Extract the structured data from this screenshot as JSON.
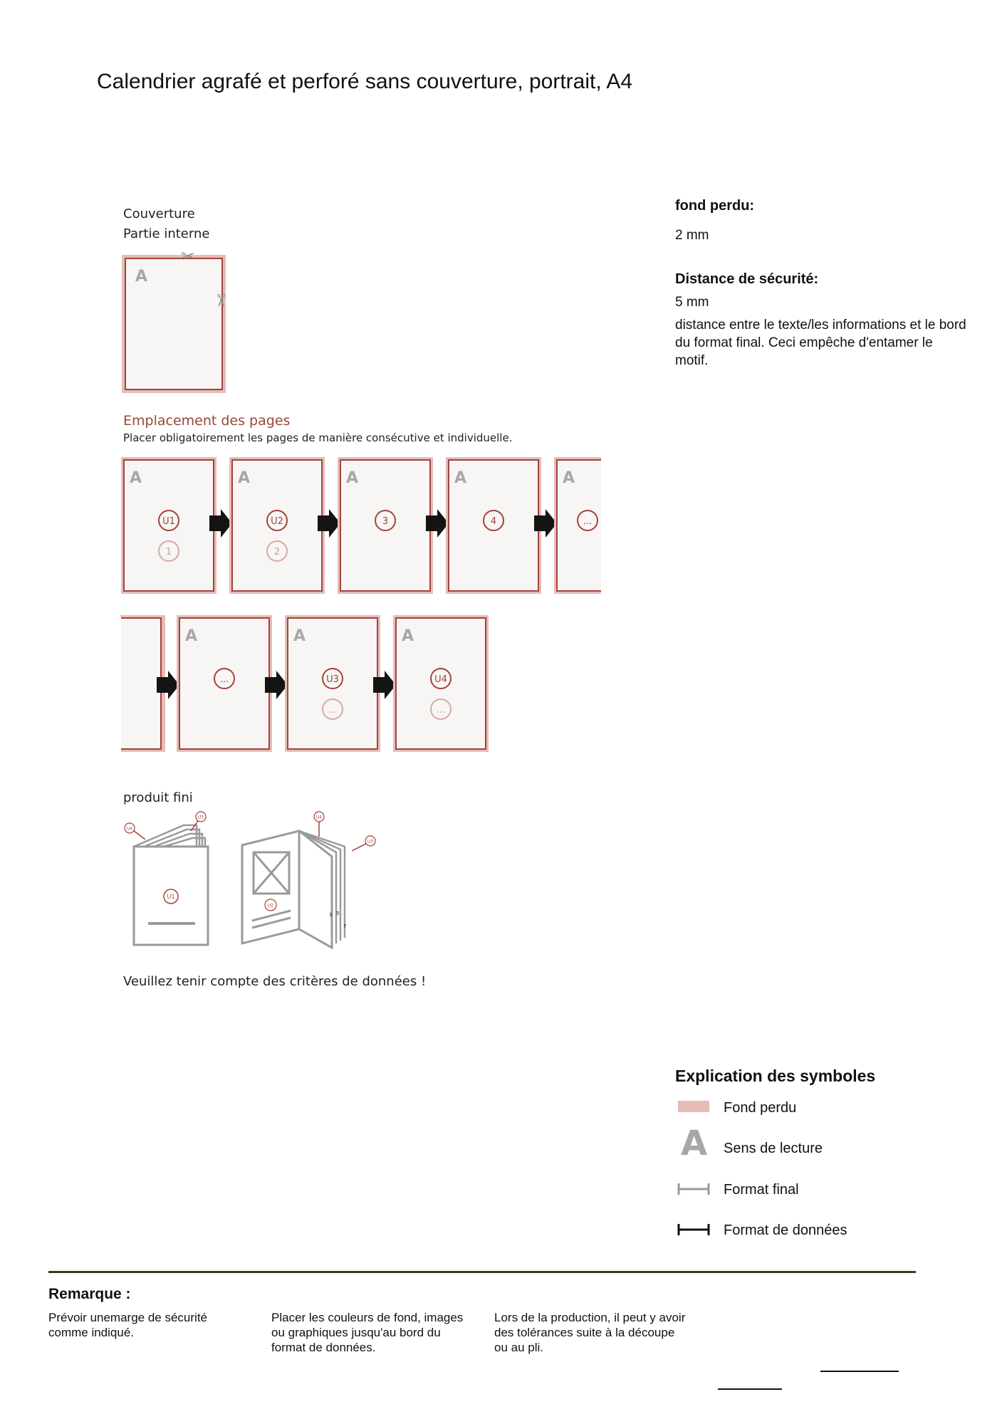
{
  "page": {
    "title": "Calendrier agrafé et perforé sans couverture, portrait, A4"
  },
  "cover_section": {
    "label_cover": "Couverture",
    "label_inner": "Partie interne",
    "reading_letter": "A"
  },
  "placement": {
    "heading": "Emplacement des pages",
    "instruction": "Placer obligatoirement les pages de manière consécutive et individuelle.",
    "row1": [
      {
        "main": "U1",
        "sub": "1"
      },
      {
        "main": "U2",
        "sub": "2"
      },
      {
        "main": "3",
        "sub": ""
      },
      {
        "main": "4",
        "sub": ""
      },
      {
        "main": "...",
        "sub": ""
      }
    ],
    "row2": [
      {
        "main": "",
        "sub": ""
      },
      {
        "main": "...",
        "sub": ""
      },
      {
        "main": "U3",
        "sub": "..."
      },
      {
        "main": "U4",
        "sub": "..."
      }
    ]
  },
  "finished": {
    "label": "produit fini",
    "front_label": "U1",
    "back_label": "U4",
    "top_label": "U3",
    "open_top_label": "U4",
    "open_right_label": "U3",
    "open_page_label": "U2",
    "page_num_a": "3",
    "page_num_b": "5",
    "page_num_c": "7",
    "note": "Veuillez tenir compte des critères de données !"
  },
  "info": {
    "bleed_heading": "fond perdu:",
    "bleed_value": "2 mm",
    "safety_heading": "Distance de sécurité:",
    "safety_value": "5 mm",
    "safety_desc": "distance entre le texte/les informations et le bord du format final. Ceci empêche d'entamer le motif."
  },
  "legend": {
    "title": "Explication des symboles",
    "items": [
      "Fond perdu",
      "Sens de lecture",
      "Format final",
      "Format de données"
    ]
  },
  "remark": {
    "heading": "Remarque :",
    "col1": "Prévoir unemarge de sécurité comme indiqué.",
    "col2": "Placer les couleurs de fond, images ou graphiques jusqu'au bord du format de données.",
    "col3": "Lors de la production, il peut y avoir des tolérances suite à la découpe ou au pli."
  },
  "colors": {
    "bleed": "#e6bcb7",
    "trim": "#a4433b",
    "page_fill": "#f7f6f4",
    "arrow": "#141414",
    "icon_gray": "#9a9a9a"
  }
}
